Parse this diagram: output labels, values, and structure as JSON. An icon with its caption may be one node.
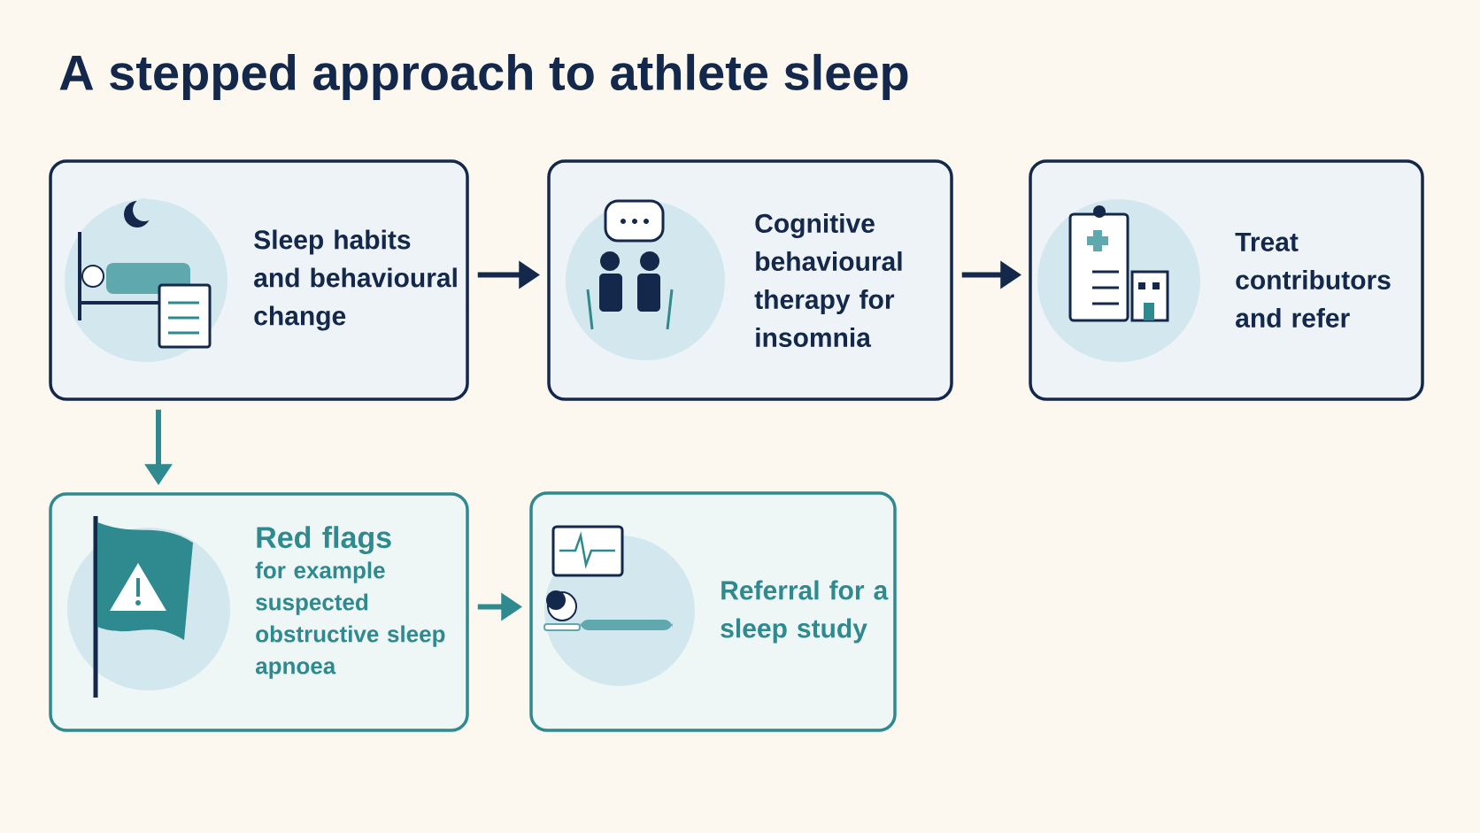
{
  "diagram": {
    "title": "A stepped approach to athlete sleep",
    "nodes": [
      {
        "text": [
          "Sleep habits and behavioural change"
        ]
      },
      {
        "text": [
          "Cognitive behavioural therapy for insomnia"
        ]
      },
      {
        "text": [
          "Treat contributors and refer"
        ]
      },
      {
        "text": [
          "Red flags",
          "for example suspected obstructive sleep apnoea"
        ]
      },
      {
        "text": [
          "Referral for a sleep study"
        ]
      }
    ],
    "edges": [
      {
        "from": 0,
        "to": 1,
        "arrow": "to"
      },
      {
        "from": 1,
        "to": 2,
        "arrow": "to"
      },
      {
        "from": 0,
        "to": 3,
        "arrow": "to",
        "color": "#2e8a8e"
      },
      {
        "from": 3,
        "to": 4,
        "arrow": "to",
        "color": "#2e8a8e"
      }
    ]
  }
}
